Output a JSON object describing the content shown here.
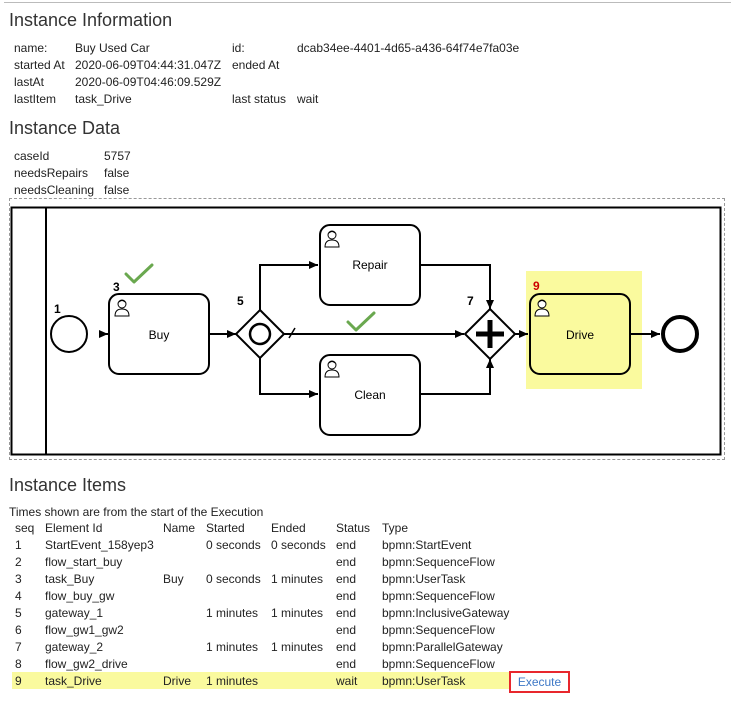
{
  "instance_info": {
    "heading": "Instance Information",
    "name_label": "name:",
    "name": "Buy Used Car",
    "id_label": "id:",
    "id": "dcab34ee-4401-4d65-a436-64f74e7fa03e",
    "started_label": "started At",
    "started": "2020-06-09T04:44:31.047Z",
    "ended_label": "ended At",
    "ended": "",
    "lastat_label": "lastAt",
    "lastat": "2020-06-09T04:46:09.529Z",
    "lastitem_label": "lastItem",
    "lastitem": "task_Drive",
    "laststatus_label": "last status",
    "laststatus": "wait"
  },
  "instance_data": {
    "heading": "Instance Data",
    "fields": [
      {
        "key": "caseId",
        "value": "5757"
      },
      {
        "key": "needsRepairs",
        "value": "false"
      },
      {
        "key": "needsCleaning",
        "value": "false"
      }
    ]
  },
  "diagram": {
    "colors": {
      "highlight": "#fafa9e",
      "check": "#6aa84f",
      "seq_red": "#cc0000"
    },
    "start_seq": "1",
    "buy_seq": "3",
    "buy_label": "Buy",
    "gw1_seq": "5",
    "repair_label": "Repair",
    "clean_label": "Clean",
    "gw2_seq": "7",
    "drive_seq": "9",
    "drive_label": "Drive"
  },
  "instance_items": {
    "heading": "Instance Items",
    "note": "Times shown are from the start of the Execution",
    "columns": [
      "seq",
      "Element Id",
      "Name",
      "Started",
      "Ended",
      "Status",
      "Type"
    ],
    "rows": [
      [
        "1",
        "StartEvent_158yep3",
        "",
        "0 seconds",
        "0 seconds",
        "end",
        "bpmn:StartEvent"
      ],
      [
        "2",
        "flow_start_buy",
        "",
        "",
        "",
        "end",
        "bpmn:SequenceFlow"
      ],
      [
        "3",
        "task_Buy",
        "Buy",
        "0 seconds",
        "1 minutes",
        "end",
        "bpmn:UserTask"
      ],
      [
        "4",
        "flow_buy_gw",
        "",
        "",
        "",
        "end",
        "bpmn:SequenceFlow"
      ],
      [
        "5",
        "gateway_1",
        "",
        "1 minutes",
        "1 minutes",
        "end",
        "bpmn:InclusiveGateway"
      ],
      [
        "6",
        "flow_gw1_gw2",
        "",
        "",
        "",
        "end",
        "bpmn:SequenceFlow"
      ],
      [
        "7",
        "gateway_2",
        "",
        "1 minutes",
        "1 minutes",
        "end",
        "bpmn:ParallelGateway"
      ],
      [
        "8",
        "flow_gw2_drive",
        "",
        "",
        "",
        "end",
        "bpmn:SequenceFlow"
      ],
      [
        "9",
        "task_Drive",
        "Drive",
        "1 minutes",
        "",
        "wait",
        "bpmn:UserTask"
      ]
    ],
    "execute_label": "Execute"
  }
}
